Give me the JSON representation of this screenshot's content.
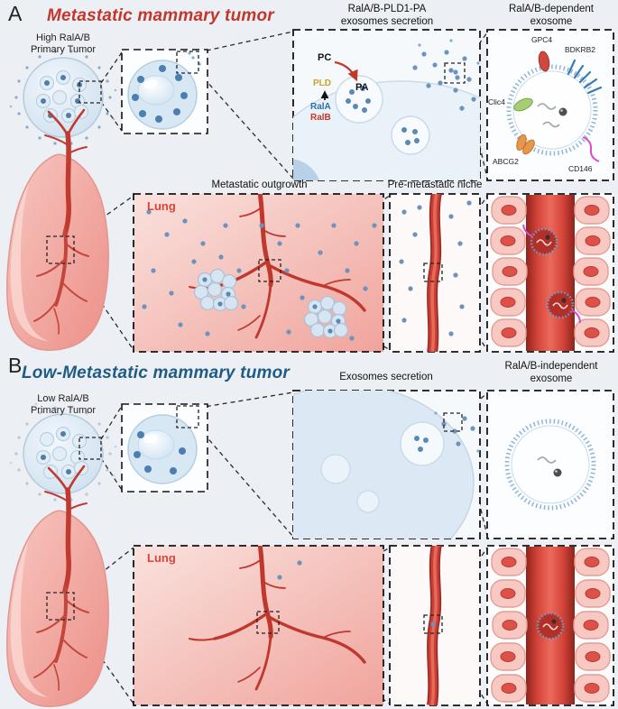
{
  "panel_a": {
    "label": "A",
    "title": "Metastatic mammary tumor",
    "primary_tumor": {
      "line1": "High RalA/B",
      "line2": "Primary Tumor"
    },
    "secretion_box": {
      "title_line1": "RalA/B-PLD1-PA",
      "title_line2": "exosomes secretion",
      "labels": {
        "pc": "PC",
        "pld": "PLD",
        "pa": "PA",
        "rala": "RalA",
        "ralb": "RalB"
      }
    },
    "exosome_box": {
      "title_line1": "RalA/B-dependent",
      "title_line2": "exosome",
      "proteins": {
        "gpc4": "GPC4",
        "bdkrb2": "BDKRB2",
        "clic4": "Clic4",
        "abcg2": "ABCG2",
        "cd146": "CD146"
      }
    },
    "outgrowth_box": {
      "title": "Metastatic outgrowth",
      "lung_label": "Lung"
    },
    "niche_box": {
      "title": "Pre-metastatic niche"
    }
  },
  "panel_b": {
    "label": "B",
    "title": "Low-Metastatic mammary tumor",
    "primary_tumor": {
      "line1": "Low RalA/B",
      "line2": "Primary Tumor"
    },
    "secretion_box": {
      "title": "Exosomes secretion"
    },
    "exosome_box": {
      "title_line1": "RalA/B-independent",
      "title_line2": "exosome"
    },
    "lung_box": {
      "lung_label": "Lung"
    }
  },
  "colors": {
    "panel_a_title": "#c3362b",
    "panel_b_title": "#1f5c85",
    "lung_label": "#d8453b",
    "vessel_red": "#c13a31",
    "exosome_blue": "#5b89b4",
    "pld_gold": "#c9a227",
    "rala_blue": "#2f6fa8",
    "ralb_red": "#c0392b",
    "cd146_magenta": "#d84ccc",
    "lung_pink": "#f2a8a0"
  }
}
